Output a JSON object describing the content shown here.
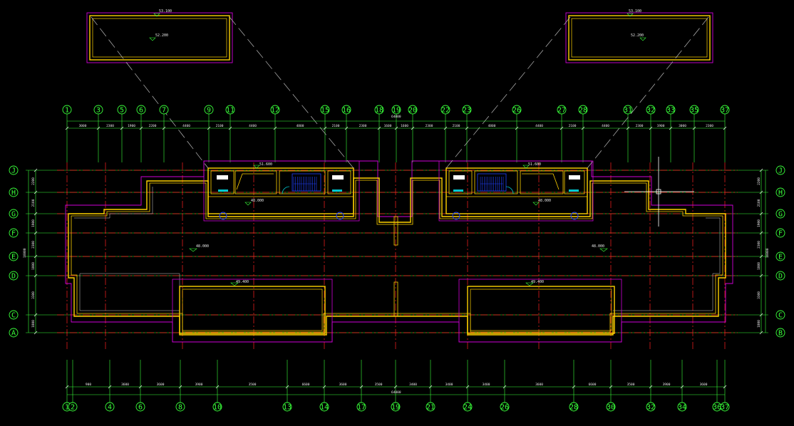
{
  "top_axes": [
    "1",
    "3",
    "5",
    "6",
    "7",
    "9",
    "11",
    "12",
    "15",
    "16",
    "18",
    "19",
    "20",
    "22",
    "23",
    "26",
    "27",
    "28",
    "31",
    "32",
    "33",
    "35",
    "37"
  ],
  "bottom_axes": [
    "1",
    "2",
    "4",
    "6",
    "8",
    "10",
    "13",
    "14",
    "17",
    "19",
    "21",
    "24",
    "26",
    "28",
    "30",
    "32",
    "34",
    "36",
    "37"
  ],
  "left_axes": [
    "J",
    "H",
    "G",
    "F",
    "E",
    "D",
    "C",
    "A"
  ],
  "right_axes": [
    "J",
    "H",
    "G",
    "F",
    "E",
    "D",
    "C",
    "B"
  ],
  "top_dims": [
    "3000",
    "2300",
    "1900",
    "2200",
    "4400",
    "2100",
    "4400",
    "4800",
    "2100",
    "2300",
    "1600",
    "1600",
    "2300",
    "2100",
    "4800",
    "4400",
    "2100",
    "4400",
    "2300",
    "1900",
    "3000",
    "2300"
  ],
  "bottom_dims": [
    "900",
    "3600",
    "3600",
    "3900",
    "3500",
    "6600",
    "3600",
    "3500",
    "3400",
    "3400",
    "3400",
    "3600",
    "6600",
    "3500",
    "3900",
    "3600",
    "3600",
    "900"
  ],
  "left_dims": [
    "2200",
    "2100",
    "1900",
    "2300",
    "1800",
    "3300",
    "1800"
  ],
  "right_dims": [
    "2200",
    "2100",
    "1900",
    "2300",
    "1800",
    "3300",
    "1800"
  ],
  "total_left": "16000",
  "total_right": "16000",
  "total_top": "64000",
  "total_bottom": "64000",
  "levels": {
    "roof_left_top": "53.100",
    "roof_left_inner": "52.200",
    "roof_right_top": "53.100",
    "roof_right_inner": "52.200",
    "core_left_top": "51.600",
    "core_right_top": "51.600",
    "core_left_mid": "48.000",
    "core_right_mid": "48.000",
    "main_left": "48.000",
    "main_right": "48.000",
    "lower_left": "49.400",
    "lower_right": "49.400"
  },
  "colors": {
    "axis": "#39ff3a",
    "wall_yellow": "#ffd200",
    "outline_magenta": "#d000d8",
    "grid_red": "#ff2020",
    "dim_white": "#e8e8e8",
    "stair_blue": "#2040ff",
    "door_cyan": "#00c8d0"
  }
}
